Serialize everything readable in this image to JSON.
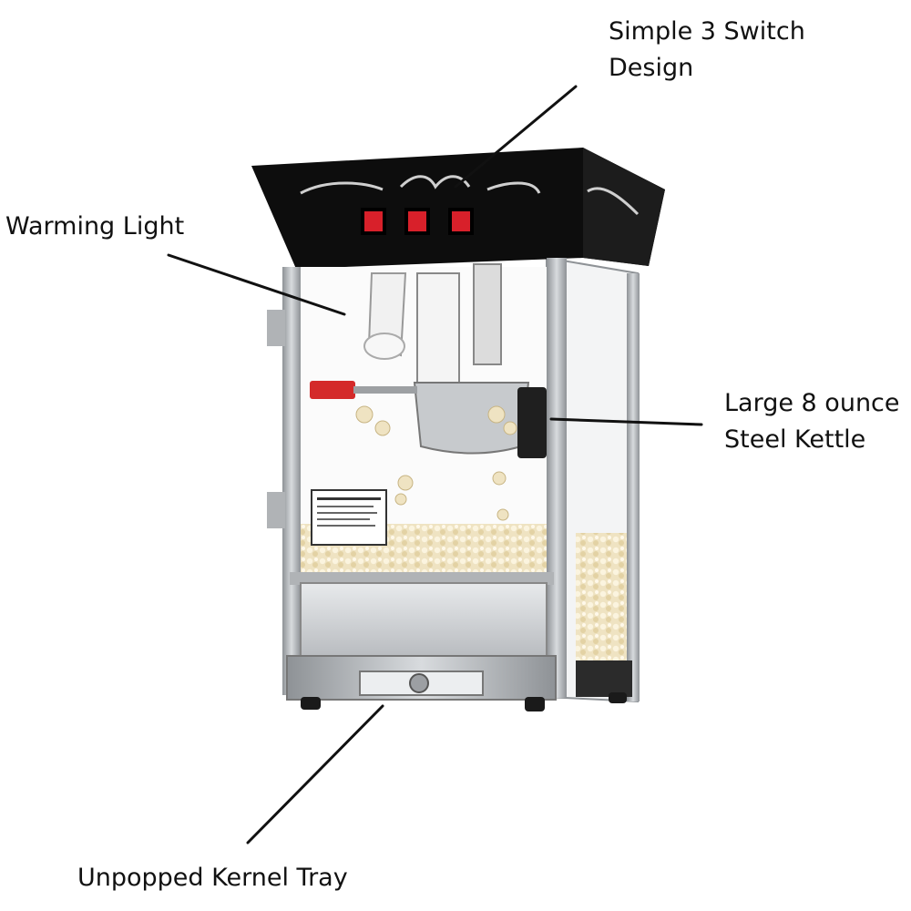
{
  "callouts": {
    "switches": {
      "line1": "Simple 3 Switch",
      "line2": "Design"
    },
    "warming_light": {
      "text": "Warming Light"
    },
    "kettle": {
      "line1": "Large 8 ounce",
      "line2": "Steel Kettle"
    },
    "kernel_tray": {
      "text": "Unpopped Kernel Tray"
    }
  },
  "product": {
    "type": "popcorn machine",
    "top_color": "#0d0d0d",
    "frame_color": "#b9bcc0",
    "switch_color": "#d8202a",
    "handle_color": "#d42a2a",
    "popcorn_color": "#efe3c2"
  }
}
